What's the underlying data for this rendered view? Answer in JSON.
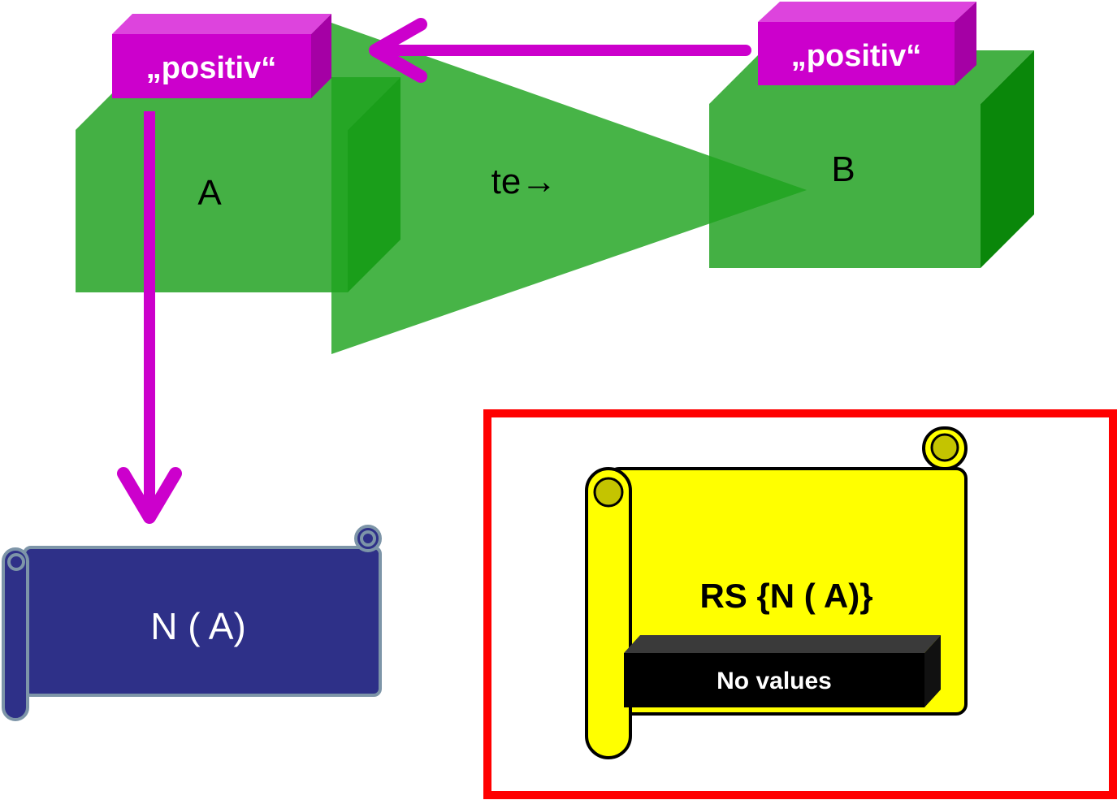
{
  "boxes": {
    "a": {
      "label": "A",
      "tag": "„positiv“"
    },
    "b": {
      "label": "B",
      "tag": "„positiv“"
    }
  },
  "relation": {
    "label": "te→"
  },
  "neighborhood_scroll": {
    "label": "N ( A)"
  },
  "result": {
    "title": "RS {N ( A)}",
    "status": "No values"
  },
  "colors": {
    "box_front": "#44b044",
    "box_side": "#0a870a",
    "relation_cone": "#1ea31e",
    "tag_front": "#cc00cc",
    "tag_top": "#dd44dd",
    "tag_side": "#a500a5",
    "arrow": "#cc00cc",
    "scroll_navy": "#2e3088",
    "scroll_navy_border": "#7d95a8",
    "scroll_yellow": "#ffff00",
    "scroll_yellow_shadow": "#c4c400",
    "highlight_frame": "#ff0000",
    "status_bar": "#000000",
    "status_bar_top": "#3a3a3a"
  }
}
